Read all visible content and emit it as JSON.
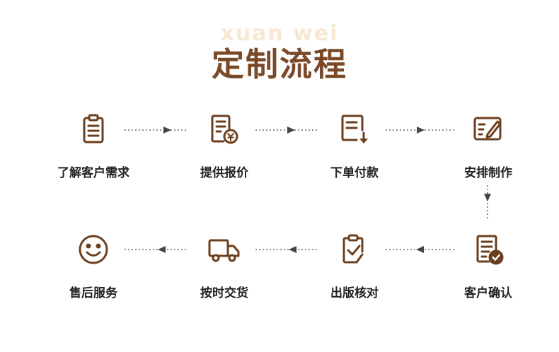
{
  "header": {
    "watermark": "xuan wei",
    "title": "定制流程"
  },
  "colors": {
    "icon": "#6b3f1f",
    "title": "#7a4a28",
    "watermark": "#f8e8d2",
    "arrow": "#555555"
  },
  "steps": [
    {
      "label": "了解客户需求",
      "icon": "clipboard-icon"
    },
    {
      "label": "提供报价",
      "icon": "quote-document-icon"
    },
    {
      "label": "下单付款",
      "icon": "order-download-icon"
    },
    {
      "label": "安排制作",
      "icon": "edit-card-icon"
    },
    {
      "label": "客户确认",
      "icon": "checked-list-icon"
    },
    {
      "label": "出版核对",
      "icon": "clipboard-check-icon"
    },
    {
      "label": "按时交货",
      "icon": "delivery-truck-icon"
    },
    {
      "label": "售后服务",
      "icon": "smiley-icon"
    }
  ]
}
